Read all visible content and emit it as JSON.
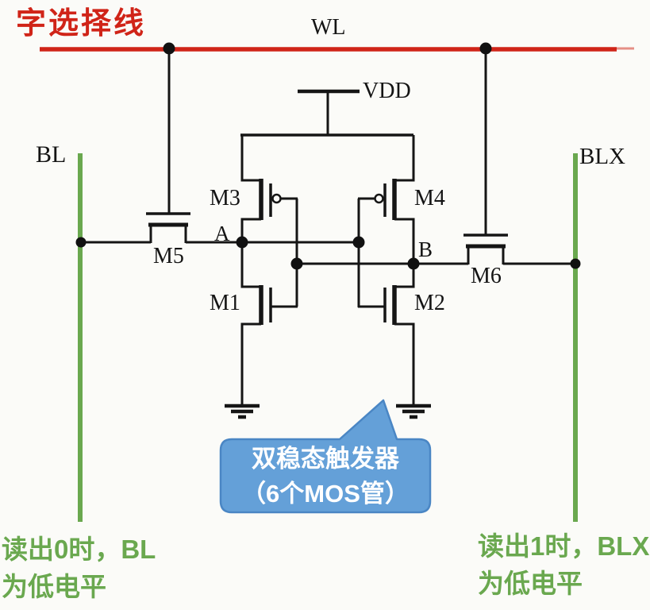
{
  "title_note": {
    "text": "字选择线"
  },
  "net_labels": {
    "wl": "WL",
    "vdd": "VDD",
    "bl": "BL",
    "blx": "BLX",
    "node_a": "A",
    "node_b": "B"
  },
  "transistor_labels": {
    "m1": "M1",
    "m2": "M2",
    "m3": "M3",
    "m4": "M4",
    "m5": "M5",
    "m6": "M6"
  },
  "callout": {
    "line1": "双稳态触发器",
    "line2": "（6个MOS管）",
    "fill_color": "#64a0d8",
    "border_color": "#4a86c4",
    "text_color": "#ffffff"
  },
  "annotations": {
    "bottom_left": {
      "line1": "读出0时，BL",
      "line2": "为低电平"
    },
    "bottom_right": {
      "line1": "读出1时，BLX",
      "line2": "为低电平"
    },
    "text_color": "#6aa84f"
  },
  "colors": {
    "word_line_red": "#d02418",
    "bit_line_green": "#6aa84f",
    "wire_black": "#151515",
    "background": "#fbfbf8"
  }
}
